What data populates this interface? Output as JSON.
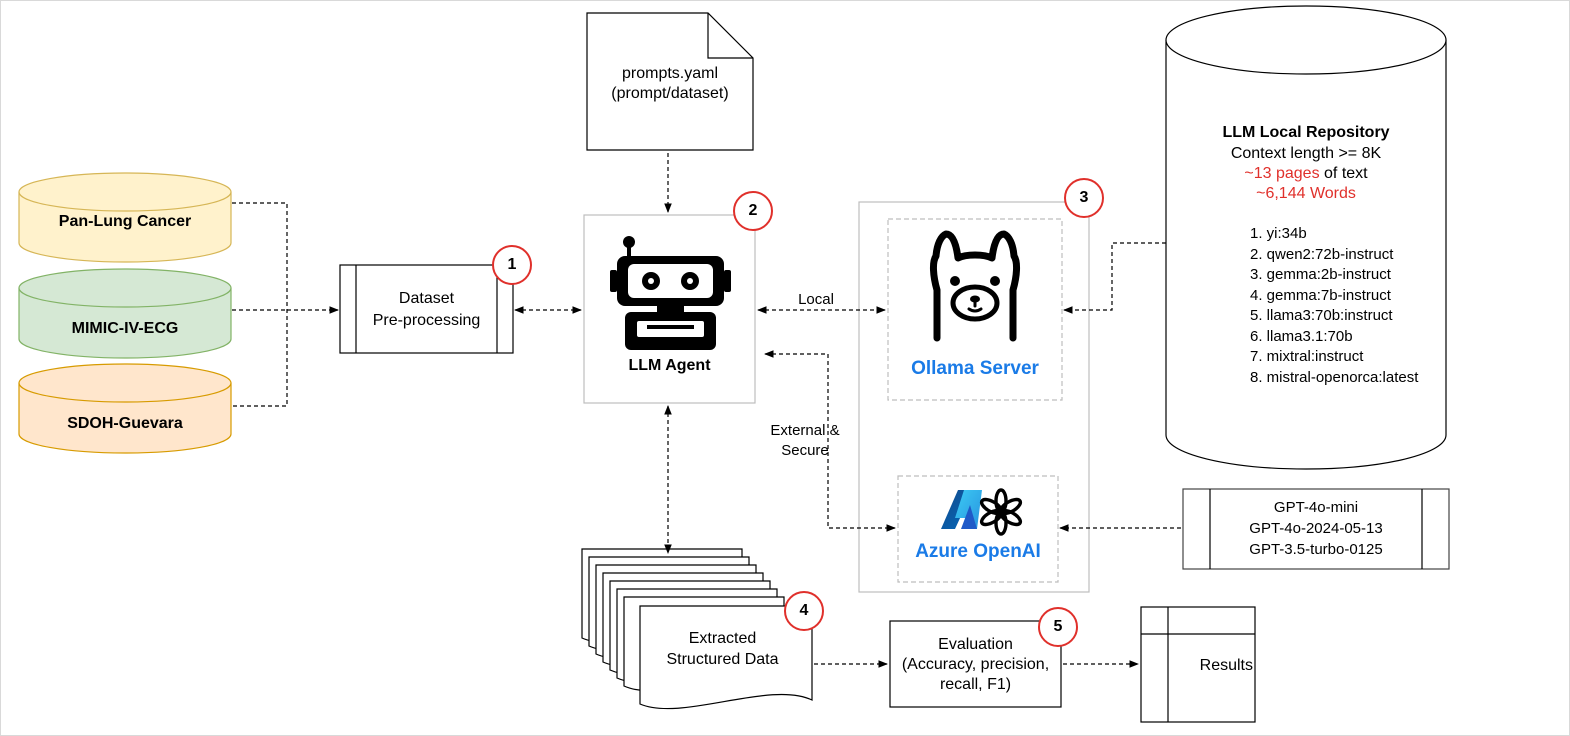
{
  "datasets": [
    {
      "label": "Pan-Lung Cancer",
      "fill": "#fff2cc",
      "stroke": "#d6b656"
    },
    {
      "label": "MIMIC-IV-ECG",
      "fill": "#d5e8d4",
      "stroke": "#82b366"
    },
    {
      "label": "SDOH-Guevara",
      "fill": "#ffe6cc",
      "stroke": "#d79b00"
    }
  ],
  "preprocess": {
    "line1": "Dataset",
    "line2": "Pre-processing",
    "badge": "1"
  },
  "prompts": {
    "line1": "prompts.yaml",
    "line2": "(prompt/dataset)"
  },
  "agent": {
    "label": "LLM Agent",
    "badge": "2"
  },
  "servers": {
    "badge": "3",
    "ollama_label": "Ollama Server",
    "azure_label": "Azure OpenAI"
  },
  "edges": {
    "local": "Local",
    "external_line1": "External &",
    "external_line2": "Secure"
  },
  "repo": {
    "title": "LLM Local Repository",
    "context": "Context length >= 8K",
    "pages_prefix": "~",
    "pages_highlight": "13 pages",
    "pages_suffix": " of text",
    "words_prefix": "~",
    "words_highlight": "6,144 Words",
    "models": [
      "1. yi:34b",
      "2. qwen2:72b-instruct",
      "3. gemma:2b-instruct",
      "4. gemma:7b-instruct",
      "5. llama3:70b:instruct",
      "6. llama3.1:70b",
      "7. mixtral:instruct",
      "8. mistral-openorca:latest"
    ]
  },
  "gpt_models": [
    "GPT-4o-mini",
    "GPT-4o-2024-05-13",
    "GPT-3.5-turbo-0125"
  ],
  "extracted": {
    "line1": "Extracted",
    "line2": "Structured Data",
    "badge": "4"
  },
  "evaluation": {
    "line1": "Evaluation",
    "line2": "(Accuracy, precision,",
    "line3": "recall, F1)",
    "badge": "5"
  },
  "results": {
    "label": "Results"
  },
  "colors": {
    "accent_red": "#e0302b",
    "brand_blue": "#1a7be7",
    "azure_blue": "#1f5ac8",
    "edge": "#000000",
    "box_border": "#bdbdbd"
  },
  "icons": [
    "robot-icon",
    "llama-icon",
    "azure-logo-icon",
    "openai-logo-icon",
    "database-icon",
    "document-icon"
  ]
}
